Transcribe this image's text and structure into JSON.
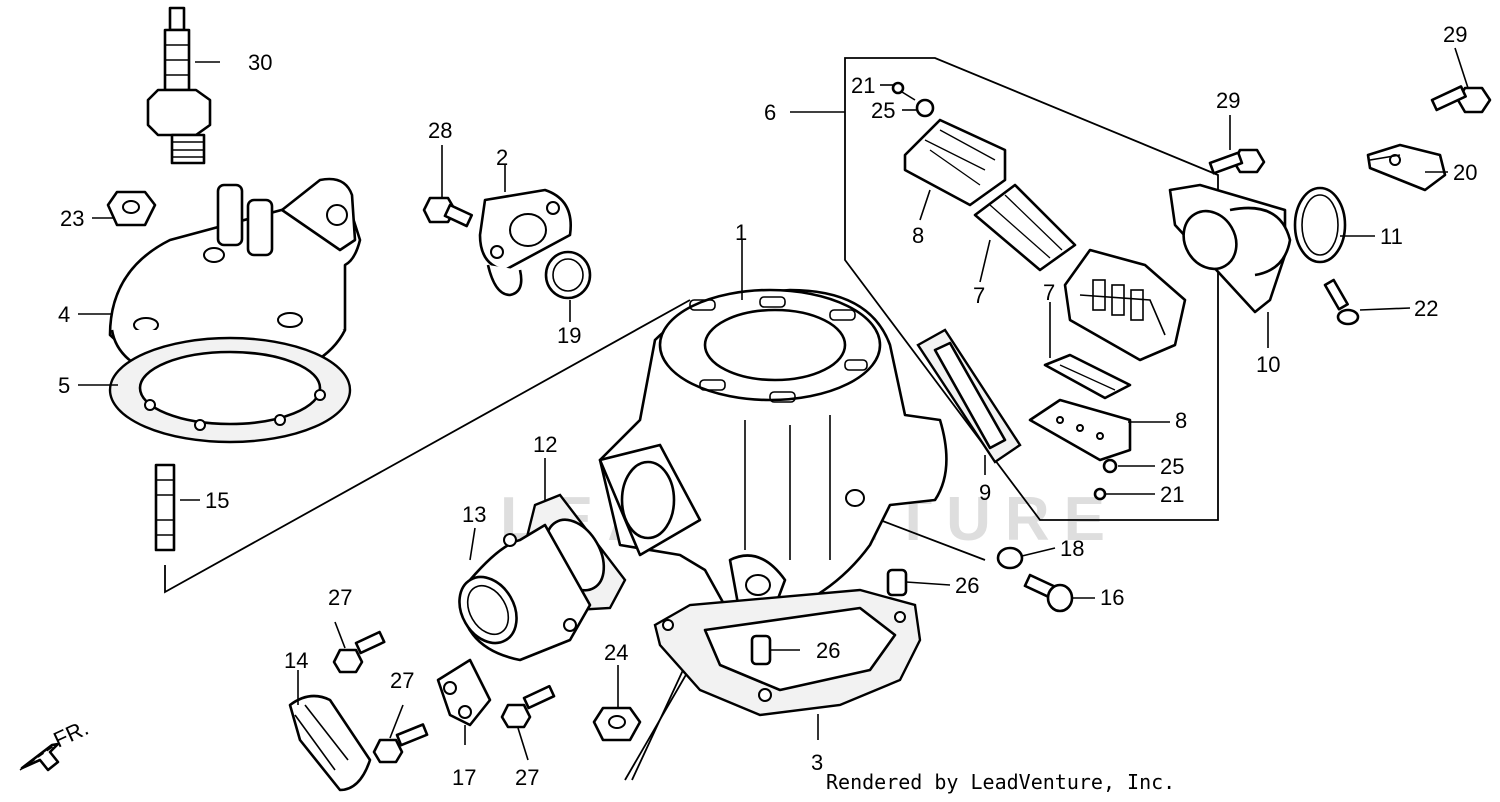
{
  "diagram": {
    "credit": "Rendered by LeadVenture, Inc.",
    "watermark": "LEADVENTURE",
    "direction_label": "FR.",
    "callouts": [
      "1",
      "2",
      "3",
      "4",
      "5",
      "6",
      "7",
      "7",
      "8",
      "8",
      "9",
      "10",
      "11",
      "12",
      "13",
      "14",
      "15",
      "16",
      "17",
      "18",
      "19",
      "20",
      "21",
      "21",
      "22",
      "23",
      "24",
      "25",
      "25",
      "26",
      "26",
      "27",
      "27",
      "27",
      "28",
      "29",
      "29",
      "30"
    ]
  }
}
